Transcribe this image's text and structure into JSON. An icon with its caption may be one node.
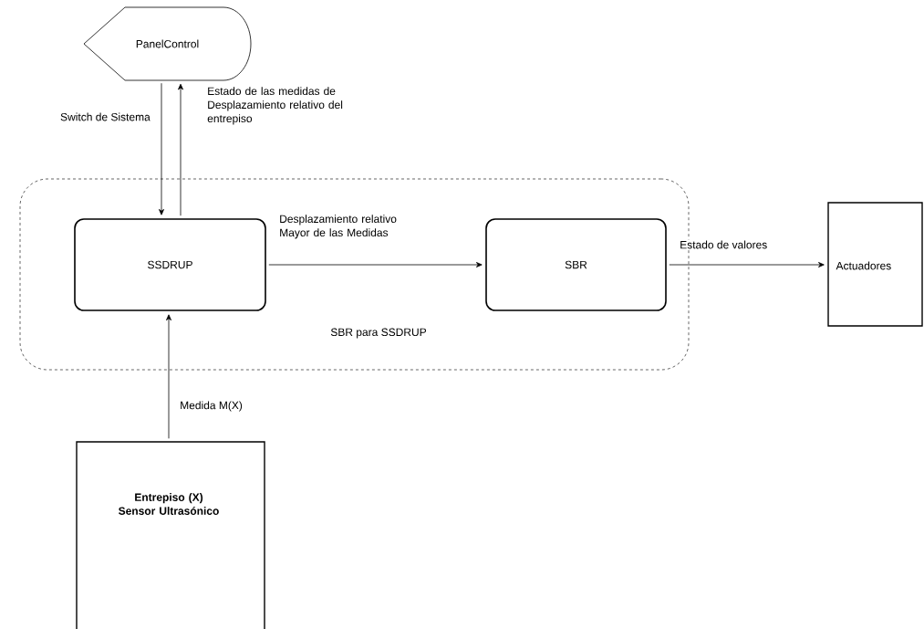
{
  "diagram": {
    "nodes": [
      {
        "text": [
          "PanelControl"
        ]
      },
      {
        "text": [
          "SBR para SSDRUP"
        ]
      },
      {
        "text": [
          "SSDRUP"
        ],
        "in": 1
      },
      {
        "text": [
          "SBR"
        ],
        "in": 1
      },
      {
        "text": [
          "Actuadores"
        ]
      },
      {
        "text": [
          "Entrepiso (X) Sensor Ultrasónico"
        ]
      }
    ],
    "edges": [
      {
        "from": 0,
        "to": 2,
        "arrow": "to",
        "label": "Switch de Sistema"
      },
      {
        "from": 2,
        "to": 0,
        "arrow": "to",
        "label": "Estado de las medidas de Desplazamiento relativo del entrepiso"
      },
      {
        "from": 2,
        "to": 3,
        "arrow": "to",
        "label": "Desplazamiento relativo Mayor de las Medidas"
      },
      {
        "from": 3,
        "to": 4,
        "arrow": "to",
        "label": "Estado de valores"
      },
      {
        "from": 5,
        "to": 2,
        "arrow": "to",
        "label": "Medida M(X)"
      }
    ]
  }
}
